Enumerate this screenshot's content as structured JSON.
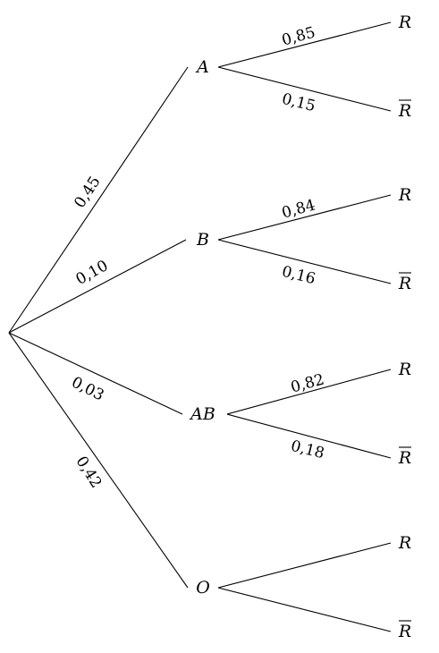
{
  "root": {
    "branches": [
      {
        "node": "A",
        "prob": "0,45",
        "children": [
          {
            "label": "R",
            "negated": false,
            "prob": "0,85"
          },
          {
            "label": "R",
            "negated": true,
            "prob": "0,15"
          }
        ]
      },
      {
        "node": "B",
        "prob": "0,10",
        "children": [
          {
            "label": "R",
            "negated": false,
            "prob": "0,84"
          },
          {
            "label": "R",
            "negated": true,
            "prob": "0,16"
          }
        ]
      },
      {
        "node": "AB",
        "prob": "0,03",
        "children": [
          {
            "label": "R",
            "negated": false,
            "prob": "0,82"
          },
          {
            "label": "R",
            "negated": true,
            "prob": "0,18"
          }
        ]
      },
      {
        "node": "O",
        "prob": "0,42",
        "children": [
          {
            "label": "R",
            "negated": false,
            "prob": ""
          },
          {
            "label": "R",
            "negated": true,
            "prob": ""
          }
        ]
      }
    ]
  }
}
